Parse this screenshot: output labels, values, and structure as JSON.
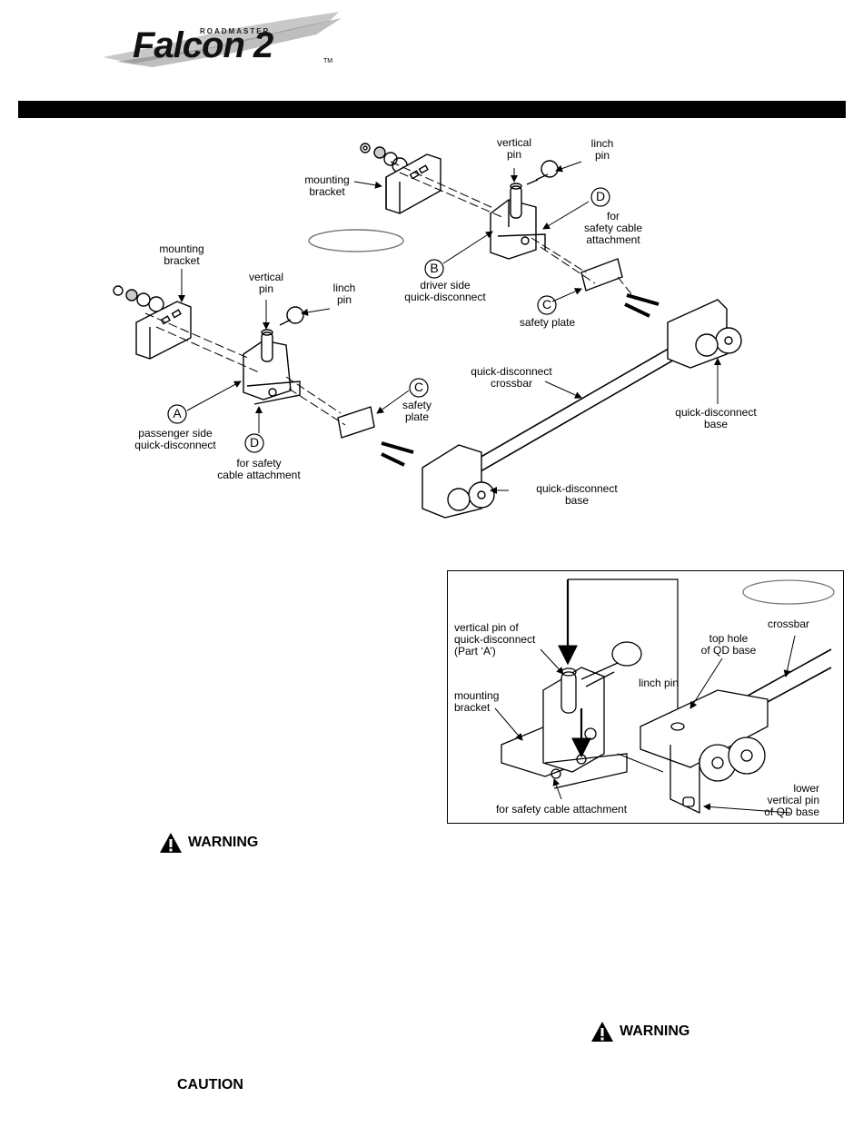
{
  "logo": {
    "small_text": "ROADMASTER",
    "main_text": "Falcon 2",
    "tm": "TM"
  },
  "figure1": {
    "labels": {
      "mounting_bracket_right": "mounting\nbracket",
      "vertical_pin_right": "vertical\npin",
      "linch_pin_right": "linch\npin",
      "d_right_text": "for\nsafety cable\nattachment",
      "b_text": "driver side\nquick-disconnect",
      "c_right_text": "safety plate",
      "mounting_bracket_left": "mounting\nbracket",
      "vertical_pin_left": "vertical\npin",
      "linch_pin_left": "linch\npin",
      "a_text": "passenger side\nquick-disconnect",
      "d_left_text": "for safety\ncable attachment",
      "c_left_text": "safety\nplate",
      "crossbar": "quick-disconnect\ncrossbar",
      "qd_base_right": "quick-disconnect\nbase",
      "qd_base_left": "quick-disconnect\nbase"
    },
    "callouts": {
      "a": "A",
      "b": "B",
      "c": "C",
      "d": "D"
    }
  },
  "figure2": {
    "labels": {
      "vertical_pin": "vertical pin of\nquick-disconnect\n(Part ‘A’)",
      "linch_pin": "linch pin",
      "mounting_bracket": "mounting\nbracket",
      "safety_cable": "for safety cable attachment",
      "top_hole": "top hole\nof QD base",
      "crossbar": "crossbar",
      "lower_pin": "lower\nvertical pin\nof QD base"
    }
  },
  "notices": {
    "warning_1": "WARNING",
    "warning_2": "WARNING",
    "caution": "CAUTION"
  }
}
